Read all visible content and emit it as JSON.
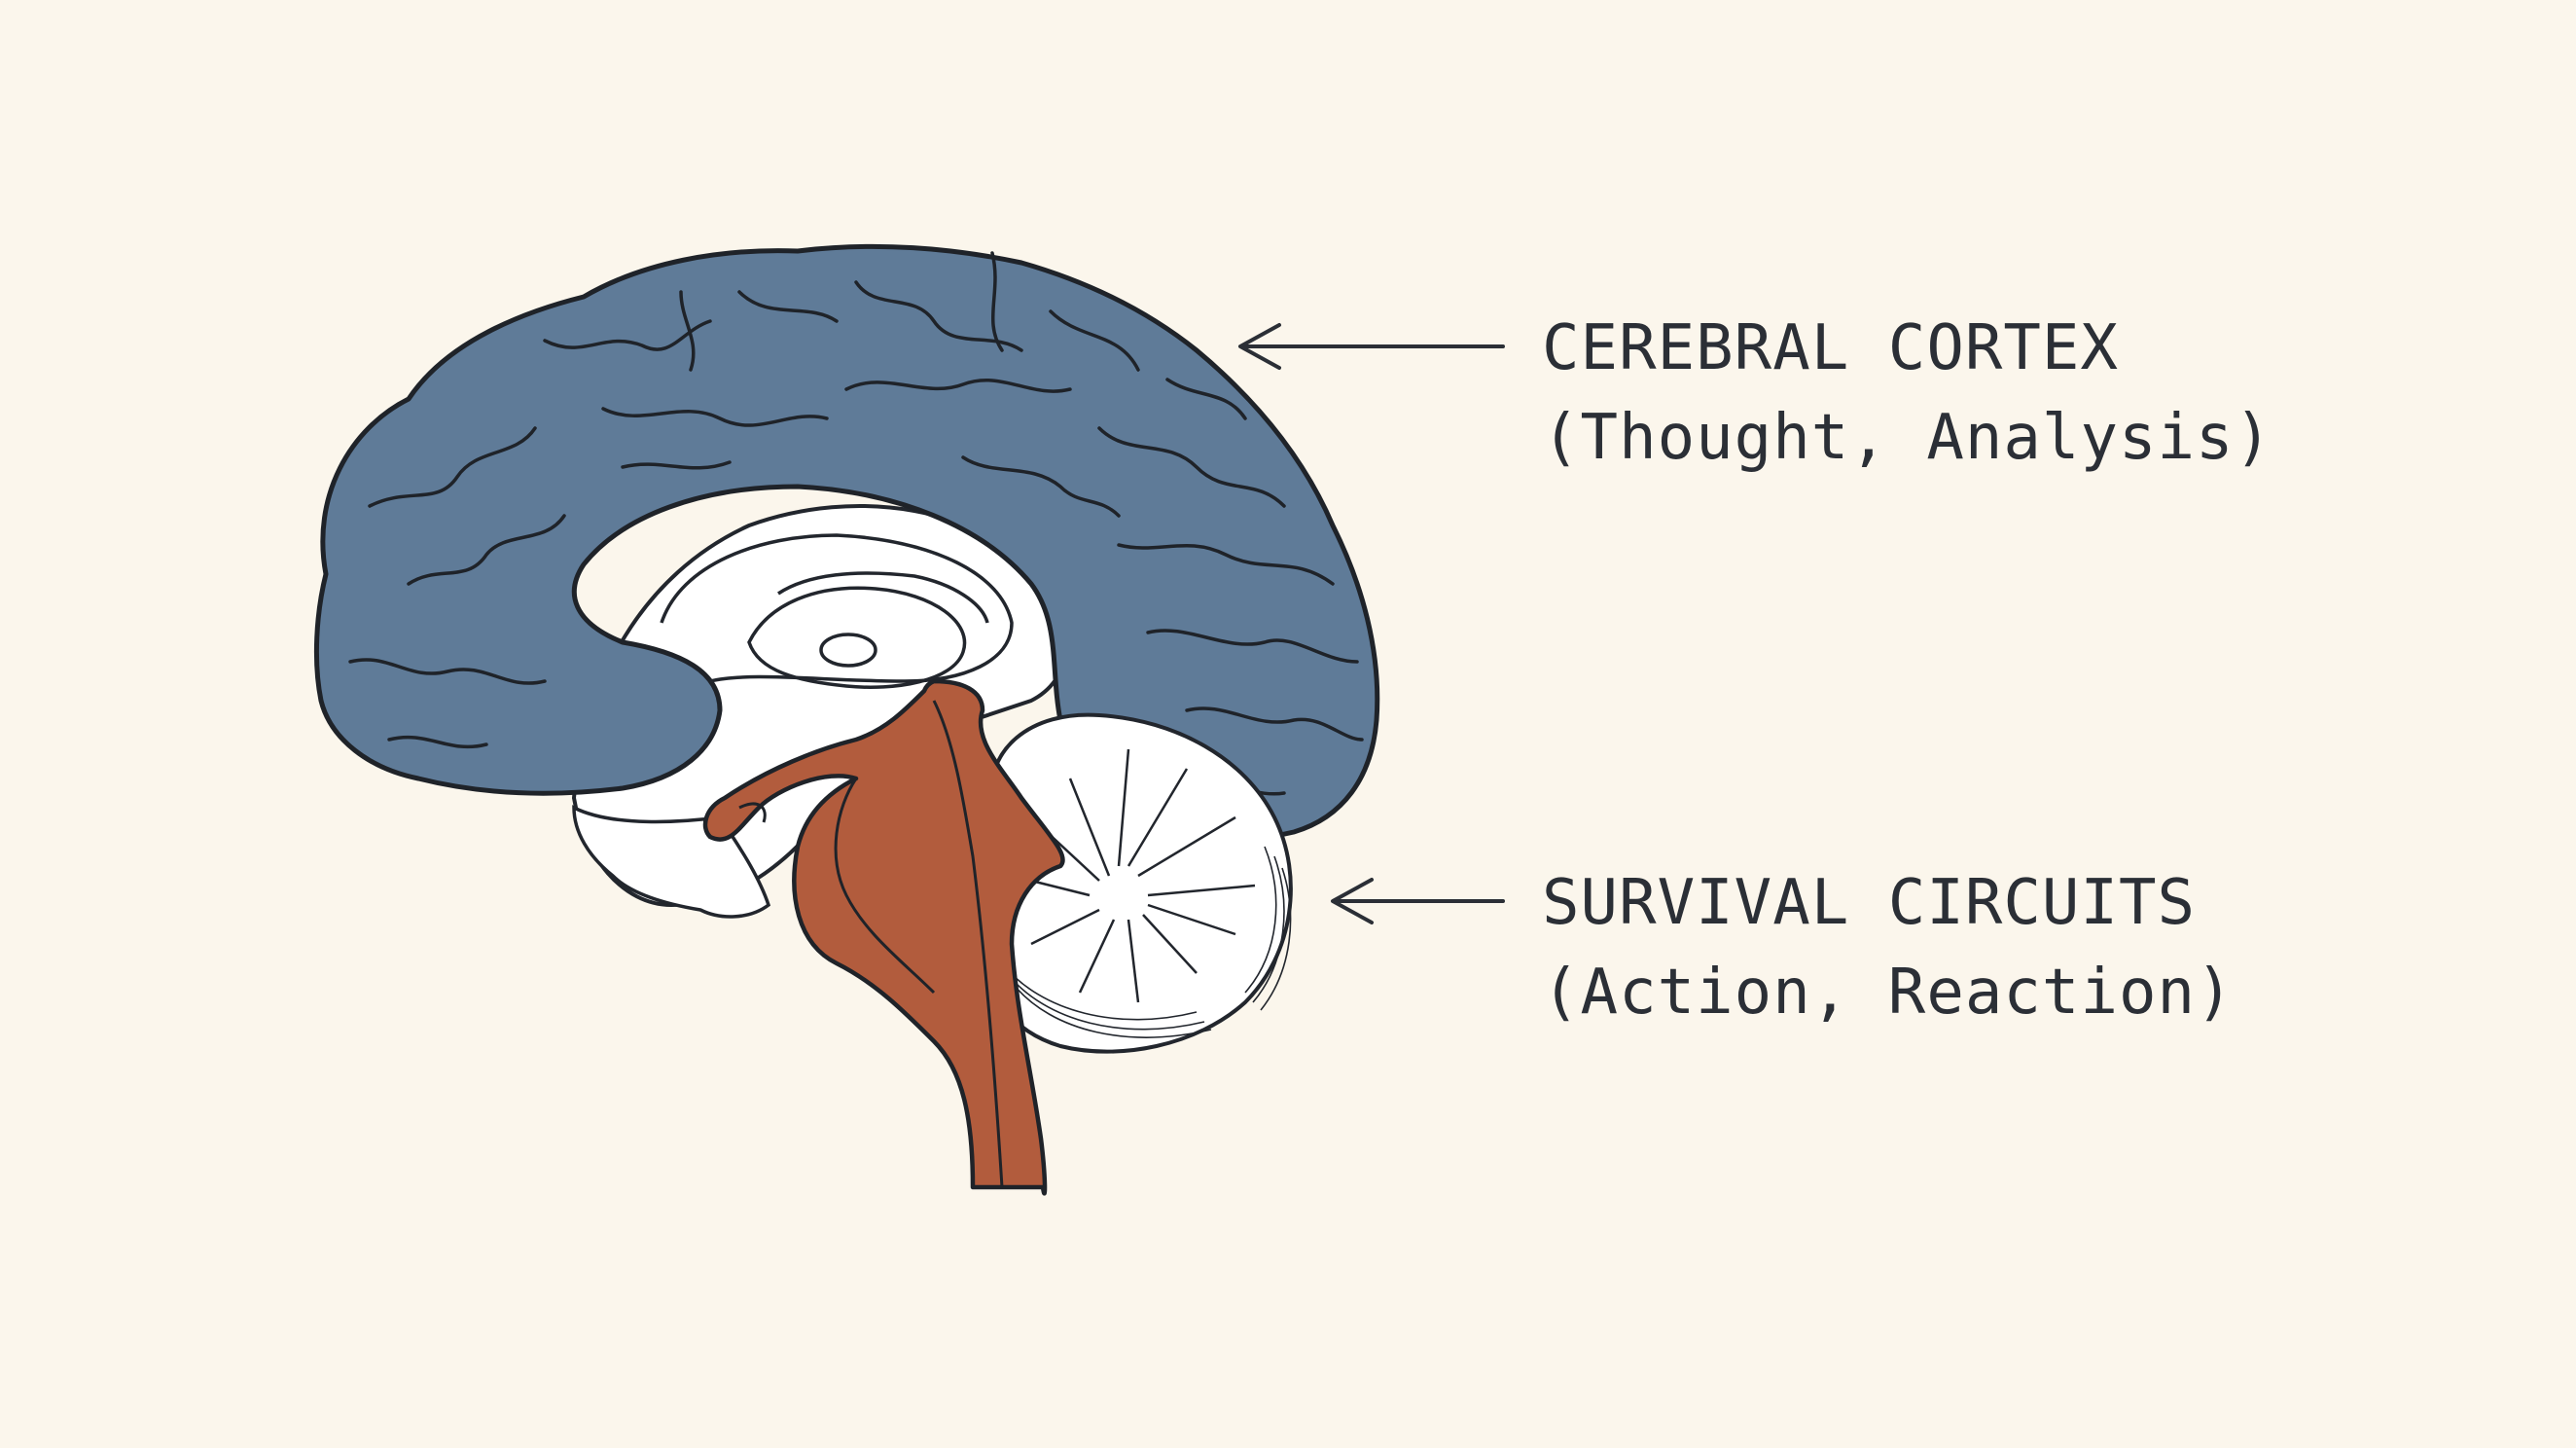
{
  "labels": {
    "cortex": {
      "name": "CEREBRAL CORTEX",
      "description": "(Thought, Analysis)"
    },
    "survival": {
      "name": "SURVIVAL CIRCUITS",
      "description": "(Action, Reaction)"
    }
  },
  "colors": {
    "background": "#fbf6ec",
    "cortex": "#5f7b98",
    "survival_circuits": "#b25c3d",
    "outline": "#22262d",
    "interior": "#ffffff"
  },
  "icons": [
    "left-arrow-icon",
    "left-arrow-icon"
  ]
}
